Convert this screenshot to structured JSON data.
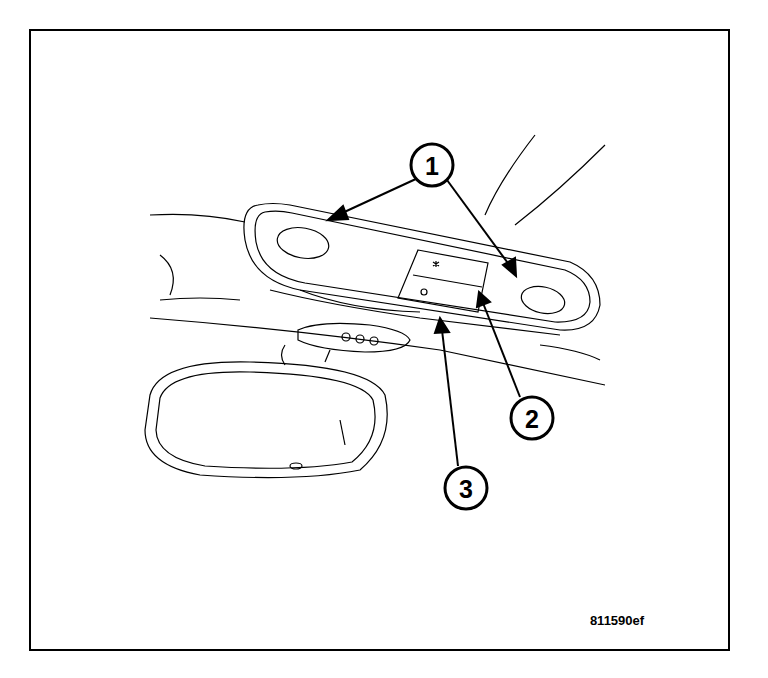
{
  "diagram": {
    "labels": [
      "1",
      "2",
      "3",
      "811590ef"
    ]
  }
}
